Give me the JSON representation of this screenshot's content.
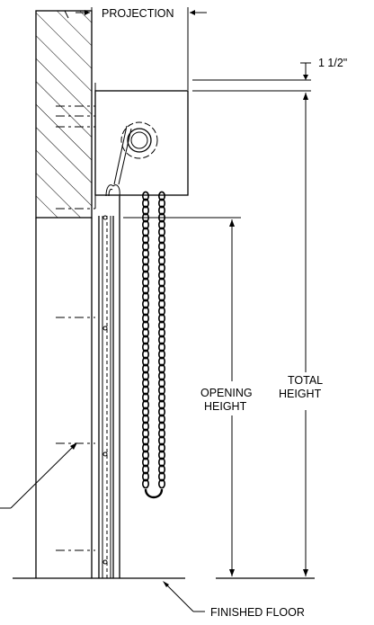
{
  "labels": {
    "projection": "PROJECTION",
    "clearance": "1 1/2\"",
    "opening_height_line1": "OPENING",
    "opening_height_line2": "HEIGHT",
    "total_height_line1": "TOTAL",
    "total_height_line2": "HEIGHT",
    "finished_floor": "FINISHED FLOOR"
  },
  "icons": {
    "chain": "roller-chain",
    "barrel": "coil-drum"
  }
}
